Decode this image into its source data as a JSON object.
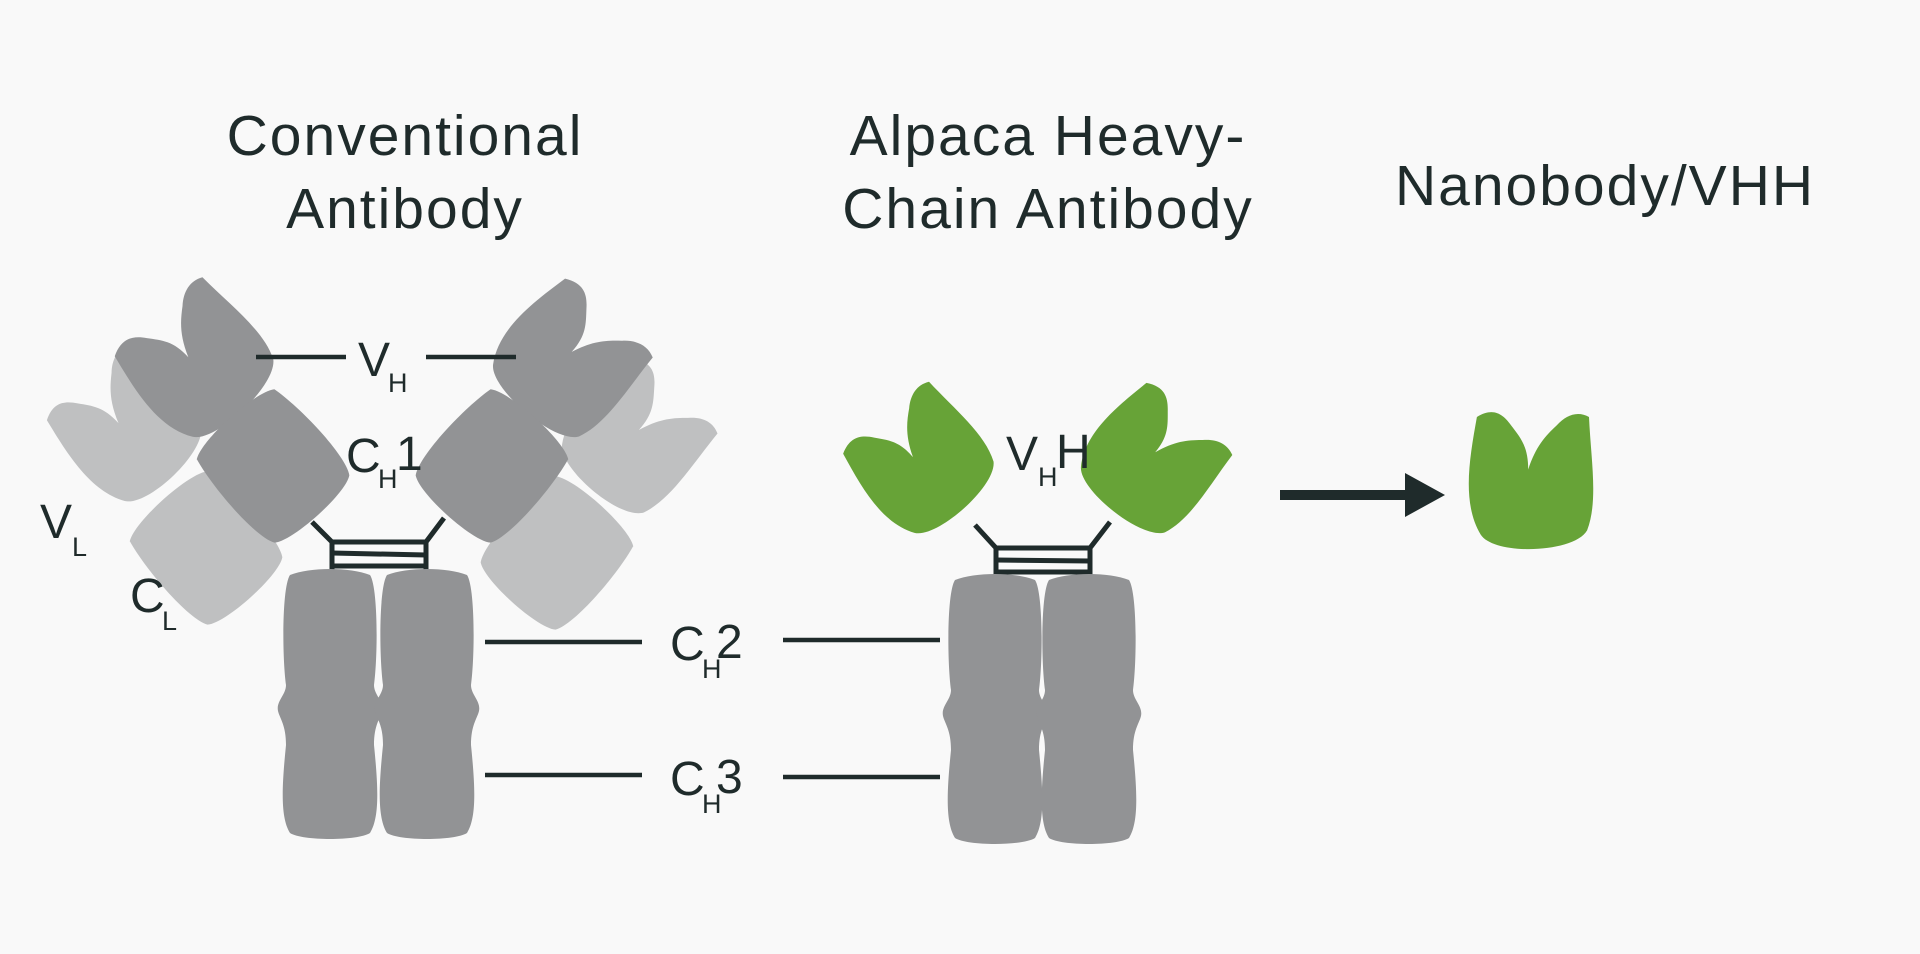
{
  "titles": {
    "conventional_line1": "Conventional",
    "conventional_line2": "Antibody",
    "alpaca_line1": "Alpaca Heavy-",
    "alpaca_line2": "Chain Antibody",
    "nanobody": "Nanobody/VHH"
  },
  "labels": {
    "vh": {
      "main": "V",
      "sub": "H"
    },
    "ch1": {
      "main": "C",
      "sub": "H",
      "suffix": "1"
    },
    "vl": {
      "main": "V",
      "sub": "L"
    },
    "cl": {
      "main": "C",
      "sub": "L"
    },
    "ch2": {
      "main": "C",
      "sub": "H",
      "suffix": "2"
    },
    "ch3": {
      "main": "C",
      "sub": "H",
      "suffix": "3"
    },
    "vhh": {
      "main": "V",
      "sub": "H",
      "suffix": "H"
    }
  },
  "colors": {
    "heavy_chain_gray": "#929395",
    "light_chain_gray": "#bfc0c1",
    "vhh_green": "#67a337",
    "ink": "#1f2b2b",
    "background": "#f9f9f9"
  }
}
